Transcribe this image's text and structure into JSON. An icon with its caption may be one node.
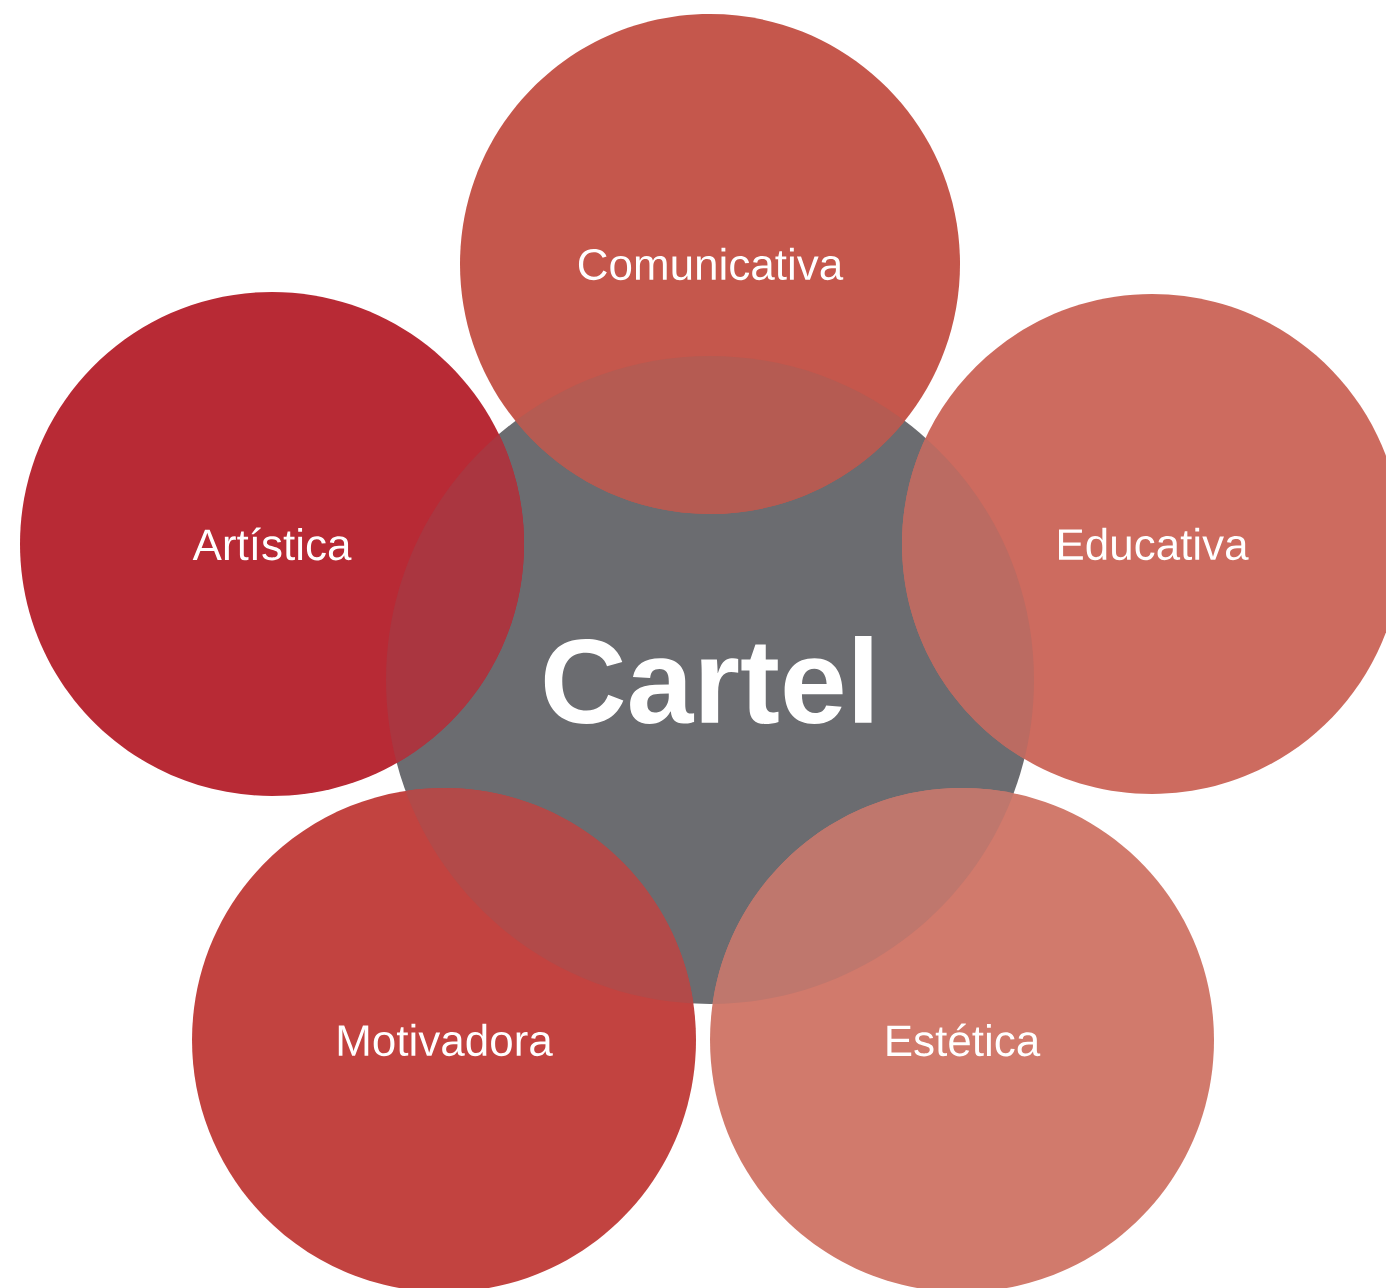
{
  "diagram": {
    "nodes": [
      {
        "text": [
          "Comunicativa"
        ]
      },
      {
        "text": [
          "Artística"
        ]
      },
      {
        "text": [
          "Cartel"
        ]
      },
      {
        "text": [
          "Educativa"
        ]
      },
      {
        "text": [
          "Motivadora"
        ]
      },
      {
        "text": [
          "Estética"
        ]
      }
    ]
  }
}
